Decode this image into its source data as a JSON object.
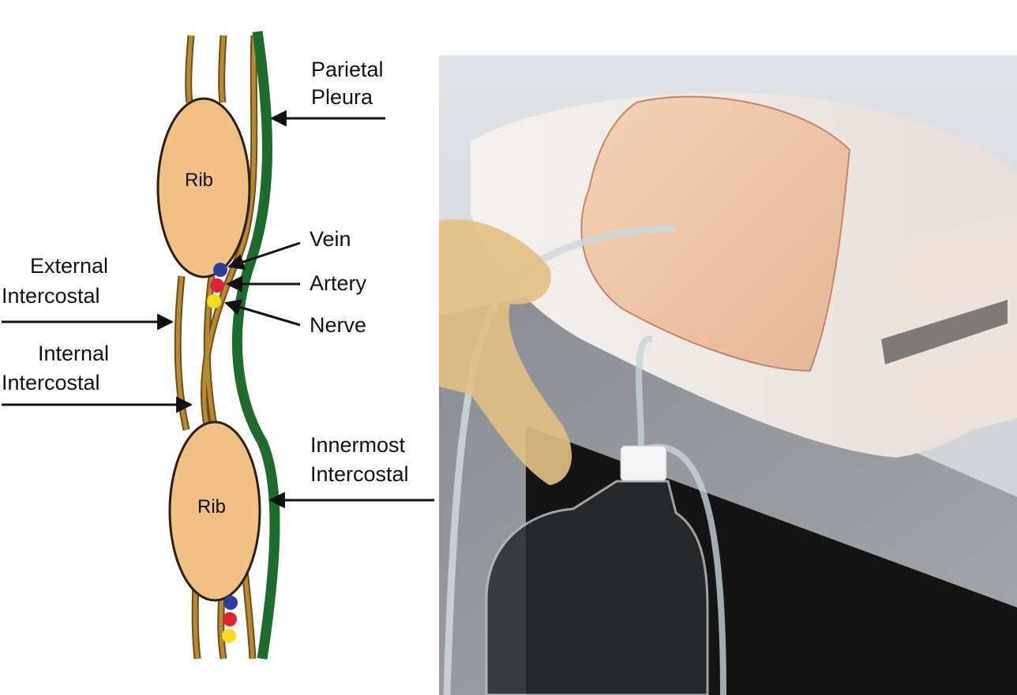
{
  "diagram": {
    "rib_upper": "Rib",
    "rib_lower": "Rib",
    "parietal_pleura_line1": "Parietal",
    "parietal_pleura_line2": "Pleura",
    "vein": "Vein",
    "artery": "Artery",
    "nerve": "Nerve",
    "external_intercostal_line1": "External",
    "external_intercostal_line2": "Intercostal",
    "internal_intercostal_line1": "Internal",
    "internal_intercostal_line2": "Intercostal",
    "innermost_intercostal_line1": "Innermost",
    "innermost_intercostal_line2": "Intercostal"
  },
  "colors": {
    "rib": "#f0c084",
    "muscle": "#a67c2c",
    "pleura": "#1e6b2e",
    "vein": "#2b3f9e",
    "artery": "#e0262b",
    "nerve": "#f5dc1f"
  }
}
